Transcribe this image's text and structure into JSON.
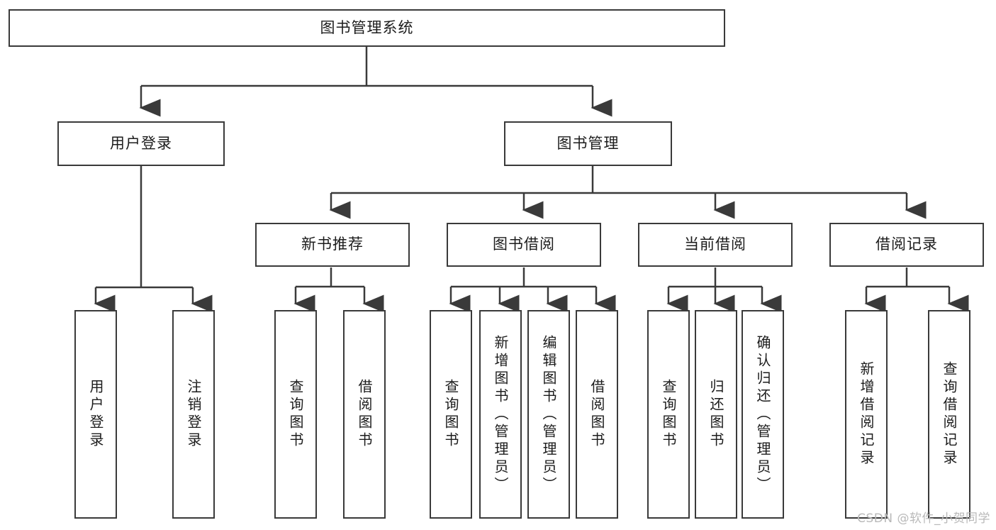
{
  "diagram": {
    "title": "图书管理系统",
    "type": "hierarchy-tree",
    "line_color": "#3a3a3a",
    "box_fill": "#ffffff",
    "text_color": "#1c1c1c",
    "levels": {
      "root": {
        "label": "图书管理系统"
      },
      "level2": [
        {
          "label": "用户登录"
        },
        {
          "label": "图书管理"
        }
      ],
      "level3": [
        {
          "label": "新书推荐"
        },
        {
          "label": "图书借阅"
        },
        {
          "label": "当前借阅"
        },
        {
          "label": "借阅记录"
        }
      ],
      "leaves": [
        {
          "label": "用户登录",
          "parent": "用户登录"
        },
        {
          "label": "注销登录",
          "parent": "用户登录"
        },
        {
          "label": "查询图书",
          "parent": "新书推荐"
        },
        {
          "label": "借阅图书",
          "parent": "新书推荐"
        },
        {
          "label": "查询图书",
          "parent": "图书借阅"
        },
        {
          "label": "新增图书（管理员）",
          "parent": "图书借阅"
        },
        {
          "label": "编辑图书（管理员）",
          "parent": "图书借阅"
        },
        {
          "label": "借阅图书",
          "parent": "图书借阅"
        },
        {
          "label": "查询图书",
          "parent": "当前借阅"
        },
        {
          "label": "归还图书",
          "parent": "当前借阅"
        },
        {
          "label": "确认归还（管理员）",
          "parent": "当前借阅"
        },
        {
          "label": "新增借阅记录",
          "parent": "借阅记录"
        },
        {
          "label": "查询借阅记录",
          "parent": "借阅记录"
        }
      ]
    }
  },
  "watermark": {
    "text": "CSDN @软件_小贺同学"
  }
}
